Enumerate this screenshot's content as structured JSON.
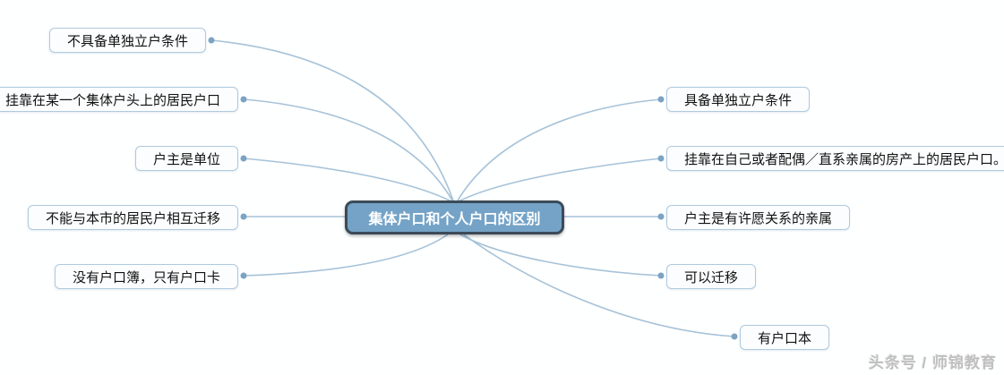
{
  "center": {
    "label": "集体户口和个人户口的区别"
  },
  "left_items": [
    {
      "label": "不具备单独立户条件"
    },
    {
      "label": "挂靠在某一个集体户头上的居民户口"
    },
    {
      "label": "户主是单位"
    },
    {
      "label": "不能与本市的居民户相互迁移"
    },
    {
      "label": "没有户口簿，只有户口卡"
    }
  ],
  "right_items": [
    {
      "label": "具备单独立户条件"
    },
    {
      "label": "挂靠在自己或者配偶／直系亲属的房产上的居民户口。"
    },
    {
      "label": "户主是有许愿关系的亲属"
    },
    {
      "label": "可以迁移"
    },
    {
      "label": "有户口本"
    }
  ],
  "watermark": "头条号 / 师锦教育",
  "colors": {
    "center_fill": "#74A3C7",
    "center_border": "#3C4A58",
    "connector_line": "#A6C2D8",
    "connector_dot": "#7BA3C4",
    "branch_box_border": "#AECADF",
    "branch_box_fill": "#FCFDFE",
    "watermark_text": "#BFBFBF"
  }
}
